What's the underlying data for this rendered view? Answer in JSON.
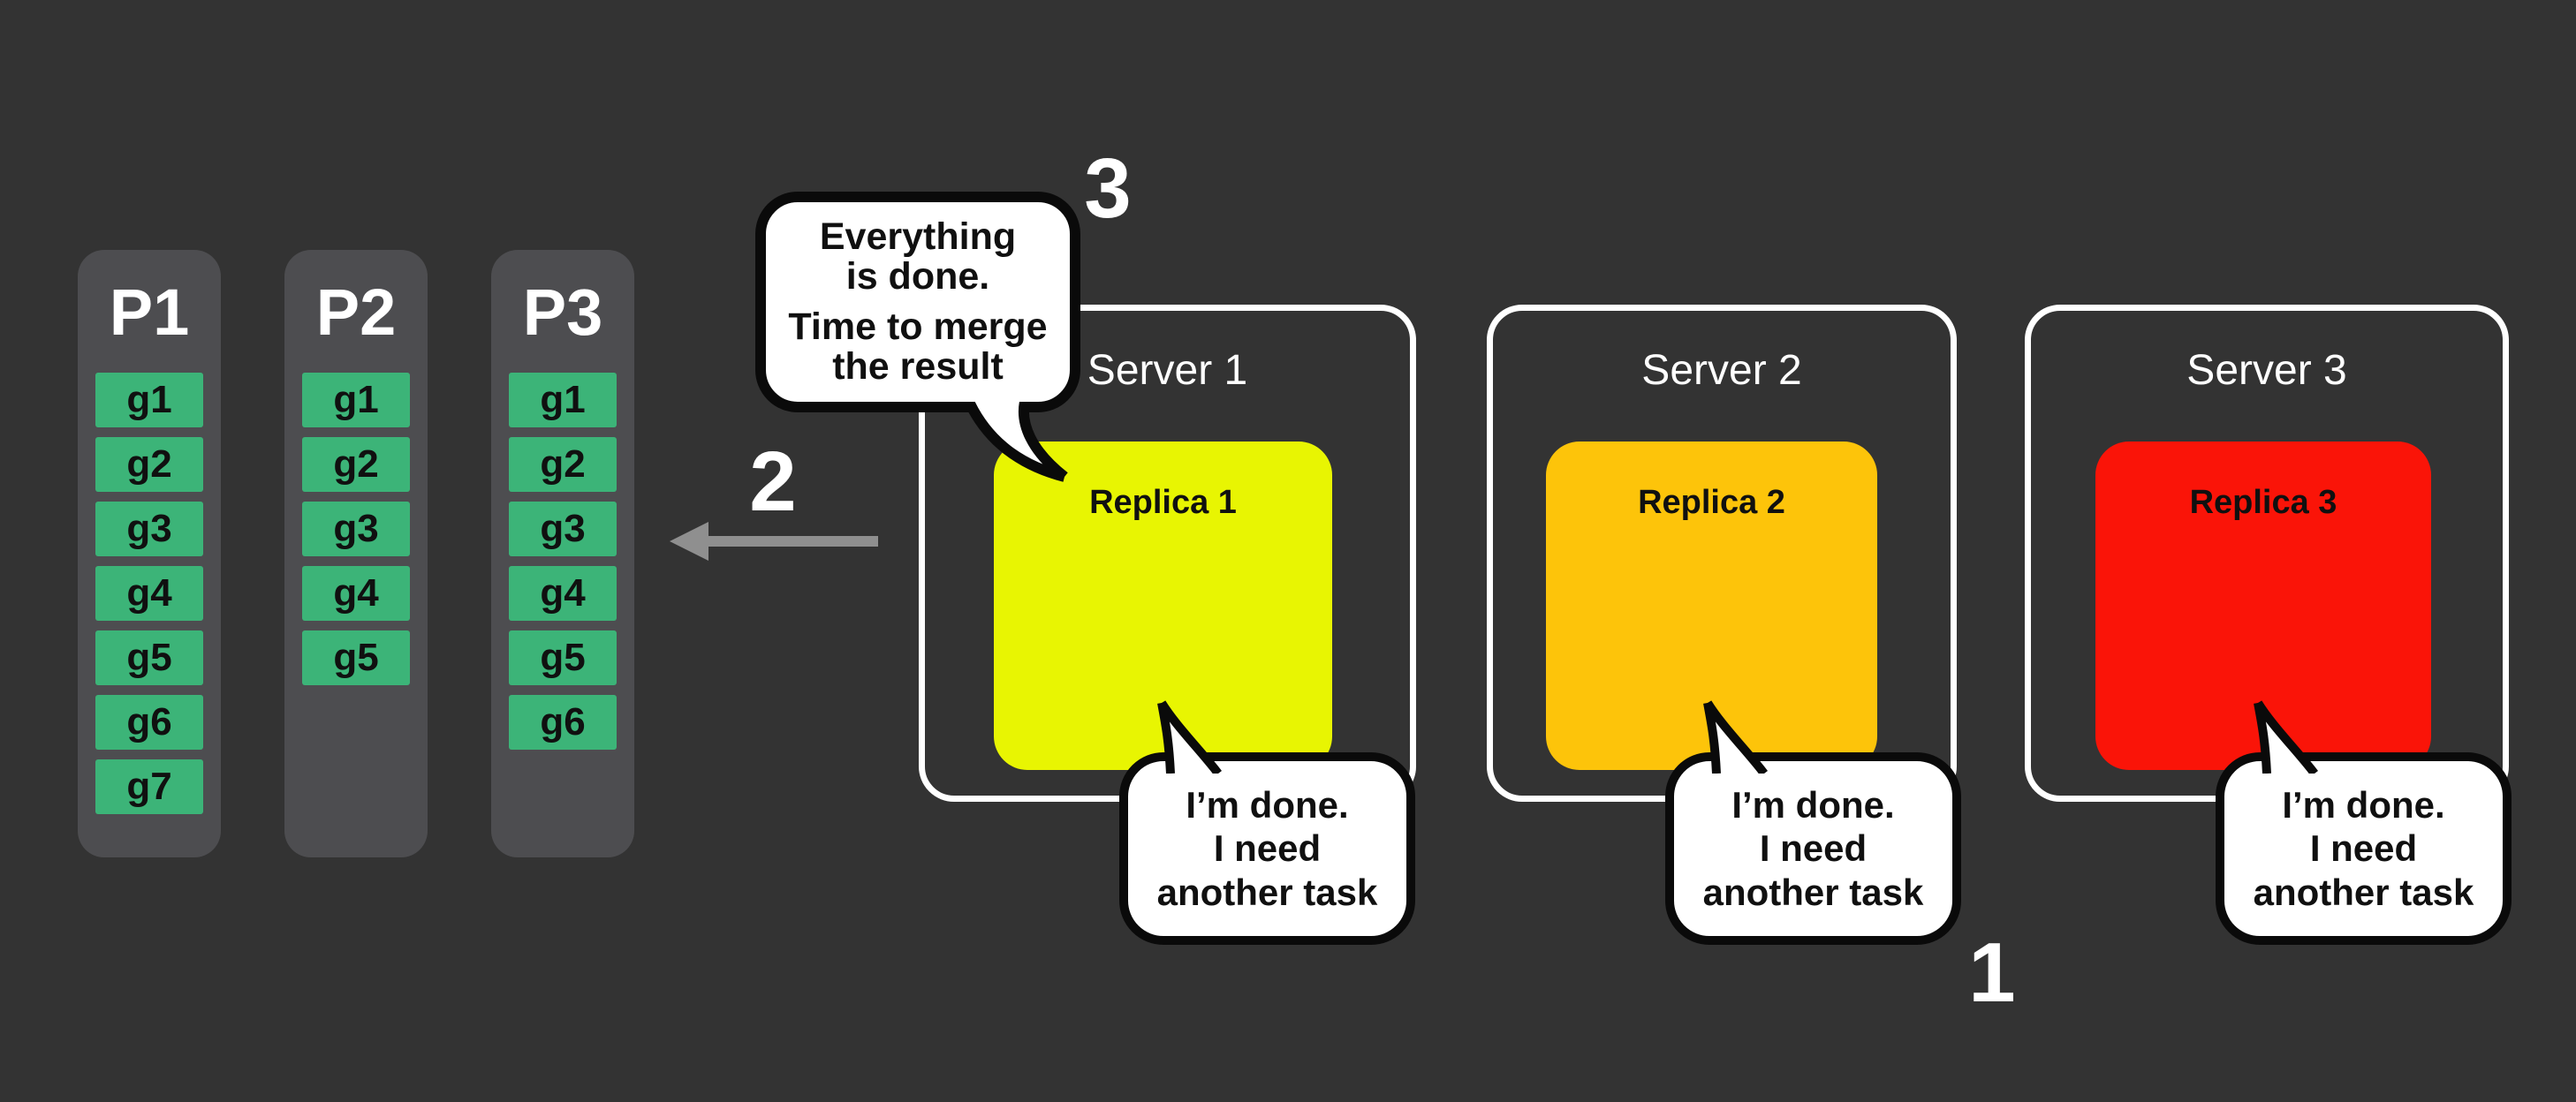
{
  "scene": {
    "colors": {
      "background": "#333333",
      "partition_fill": "#4D4D50",
      "chip_green": "#3CB478",
      "white": "#FFFFFF",
      "outline_black": "#0A0A0A",
      "text_black": "#101010",
      "bubble_fill": "#FFFFFF",
      "arrow_gray": "#8F8F8F"
    },
    "partitions": [
      {
        "name": "P1",
        "tasks": [
          "g1",
          "g2",
          "g3",
          "g4",
          "g5",
          "g6",
          "g7"
        ]
      },
      {
        "name": "P2",
        "tasks": [
          "g1",
          "g2",
          "g3",
          "g4",
          "g5"
        ]
      },
      {
        "name": "P3",
        "tasks": [
          "g1",
          "g2",
          "g3",
          "g4",
          "g5",
          "g6"
        ]
      }
    ],
    "servers": [
      {
        "name": "Server 1",
        "replica": "Replica 1",
        "color": "#E8F502"
      },
      {
        "name": "Server 2",
        "replica": "Replica 2",
        "color": "#FDC40A"
      },
      {
        "name": "Server 3",
        "replica": "Replica 3",
        "color": "#FA1408"
      }
    ],
    "speech": {
      "merge_line1": "Everything\nis done.",
      "merge_line2": "Time to merge\nthe result",
      "done": "I’m done.\nI need\nanother task"
    },
    "steps": {
      "s1": "1",
      "s2": "2",
      "s3": "3"
    }
  }
}
